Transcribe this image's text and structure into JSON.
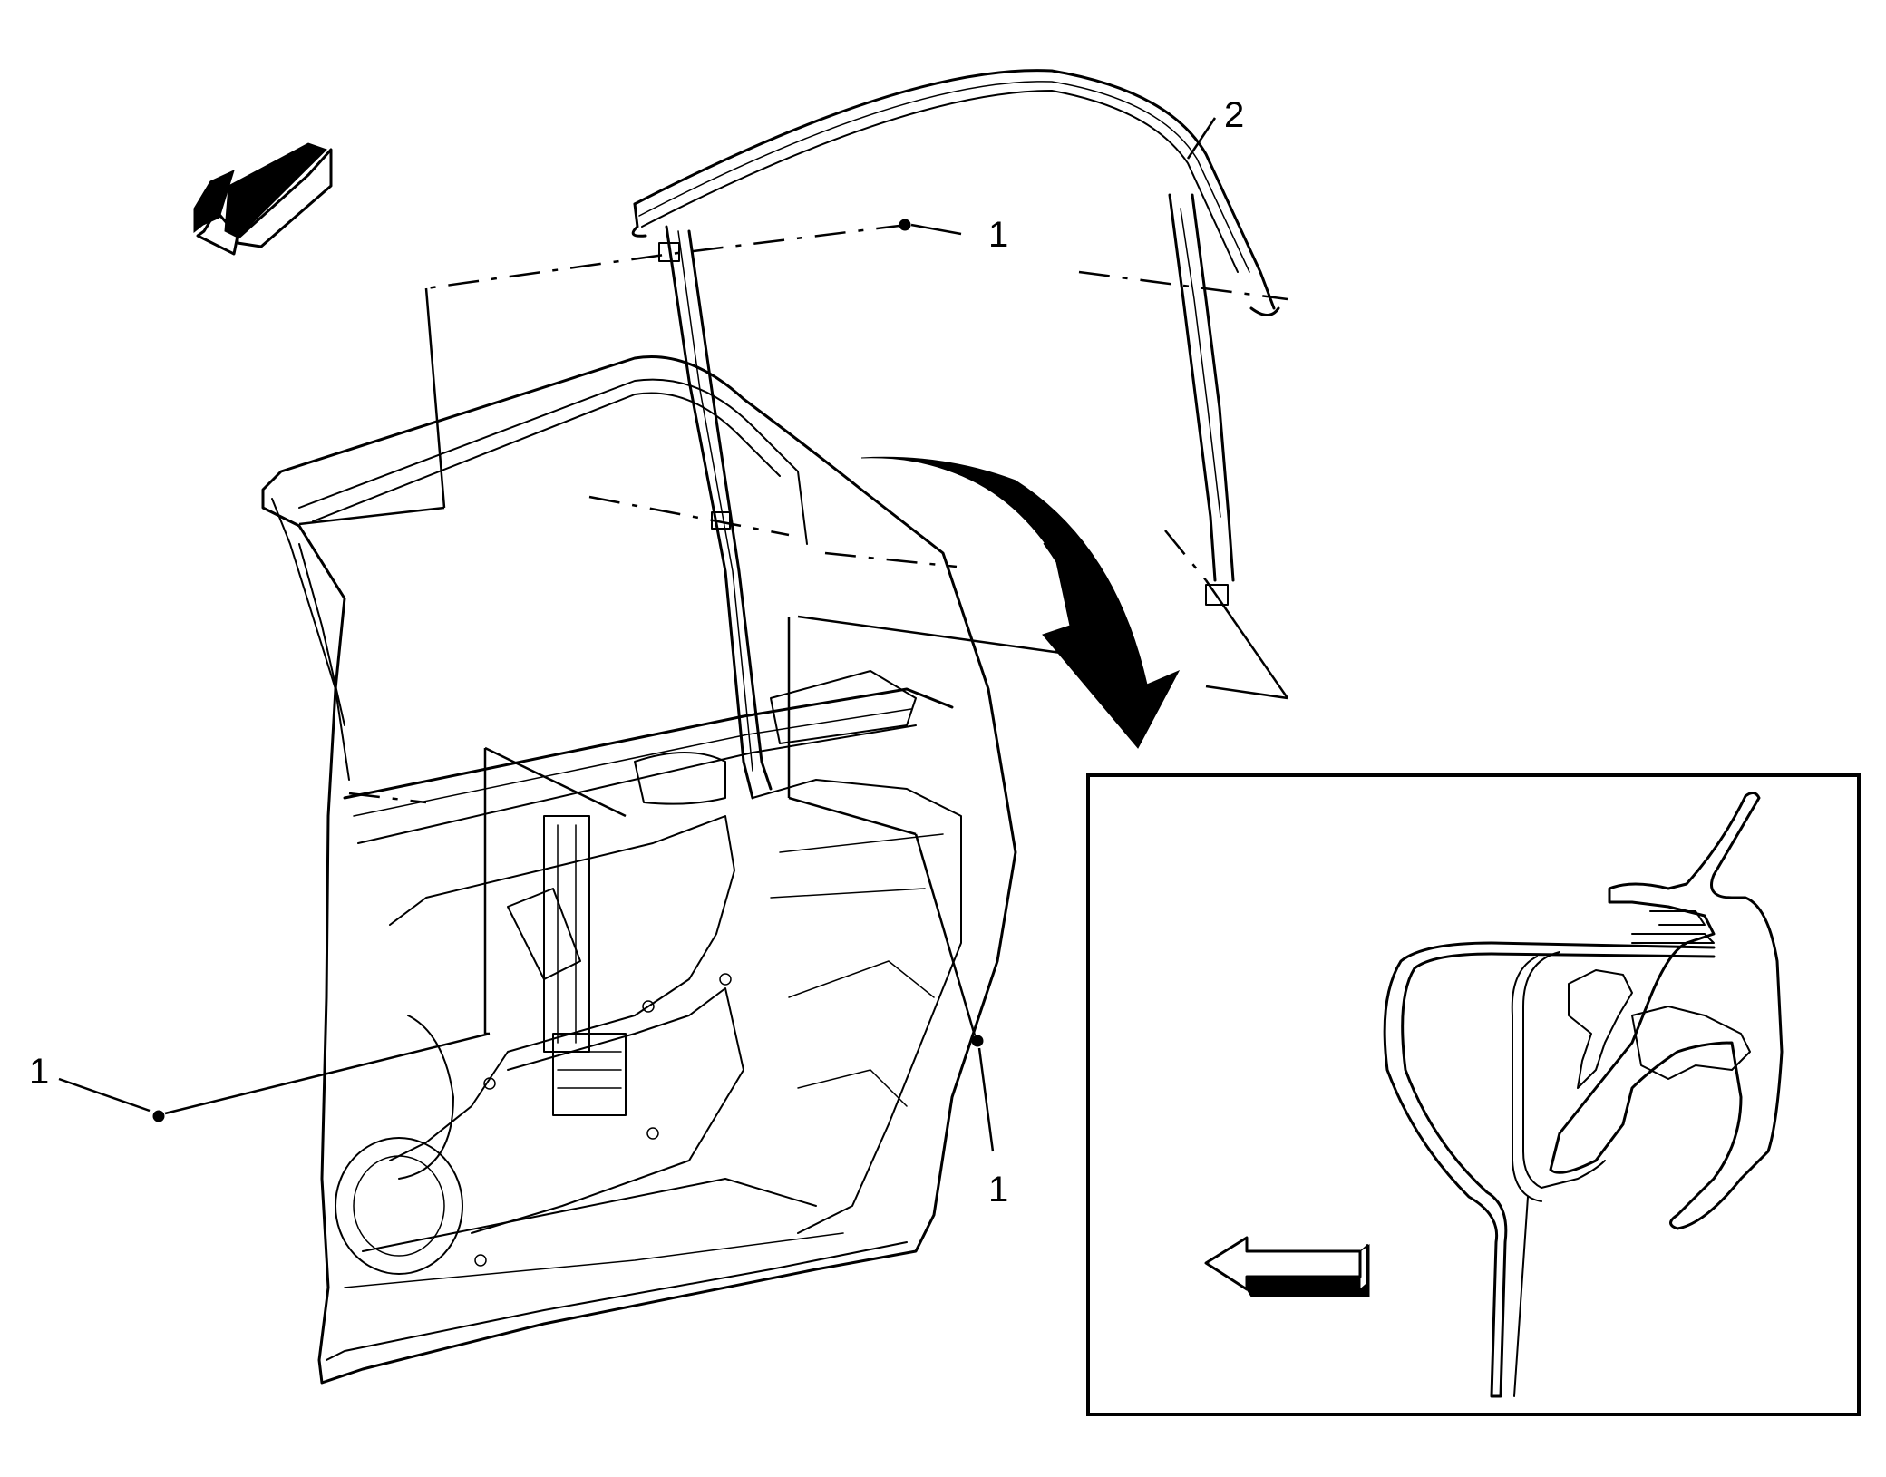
{
  "callouts": {
    "fastener_top": "1",
    "fastener_left": "1",
    "fastener_right": "1",
    "weatherstrip": "2"
  },
  "colors": {
    "ink": "#000000",
    "background": "#ffffff"
  },
  "icons": {
    "forward_arrow_main": "front-direction-arrow-icon",
    "forward_arrow_inset": "front-direction-arrow-icon",
    "install_arrow": "curved-install-arrow-icon"
  }
}
